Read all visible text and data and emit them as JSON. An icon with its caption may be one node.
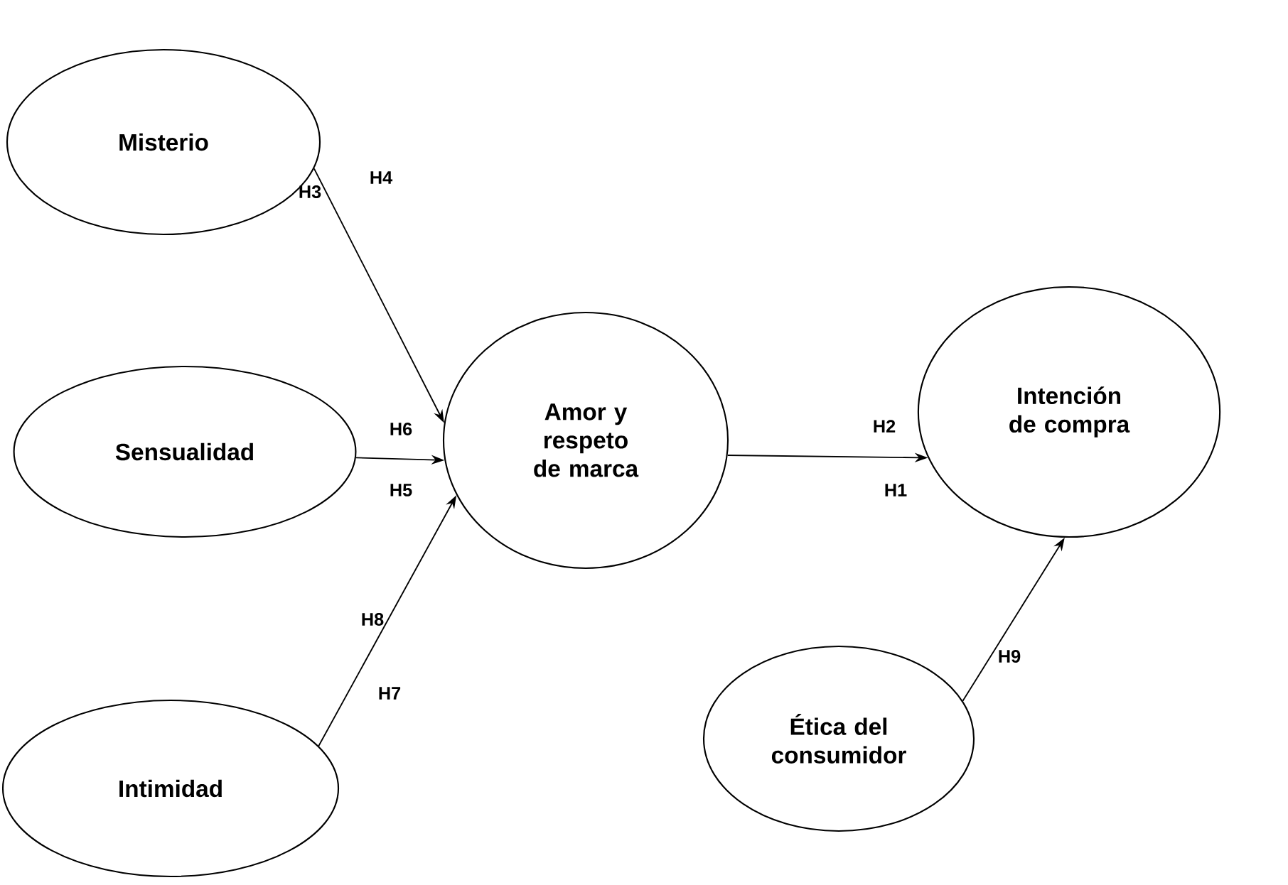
{
  "diagram": {
    "nodes": [
      {
        "text": [
          "Misterio"
        ]
      },
      {
        "text": [
          "Sensualidad"
        ]
      },
      {
        "text": [
          "Intimidad"
        ]
      },
      {
        "text": [
          "Amor y respeto de marca"
        ]
      },
      {
        "text": [
          "Intención de compra"
        ]
      },
      {
        "text": [
          "Ética del consumidor"
        ]
      }
    ],
    "edges": [
      {
        "from": 0,
        "to": 3,
        "arrow": "to",
        "label": "H4"
      },
      {
        "from": 1,
        "to": 3,
        "arrow": "to",
        "label": "H6"
      },
      {
        "from": 2,
        "to": 3,
        "arrow": "to",
        "label": "H7"
      },
      {
        "from": 3,
        "to": 4,
        "arrow": "to",
        "label": "H2"
      },
      {
        "from": 5,
        "to": 4,
        "arrow": "to",
        "label": "H9"
      }
    ],
    "labels": [
      "H3",
      "H5",
      "H8",
      "H1"
    ]
  }
}
